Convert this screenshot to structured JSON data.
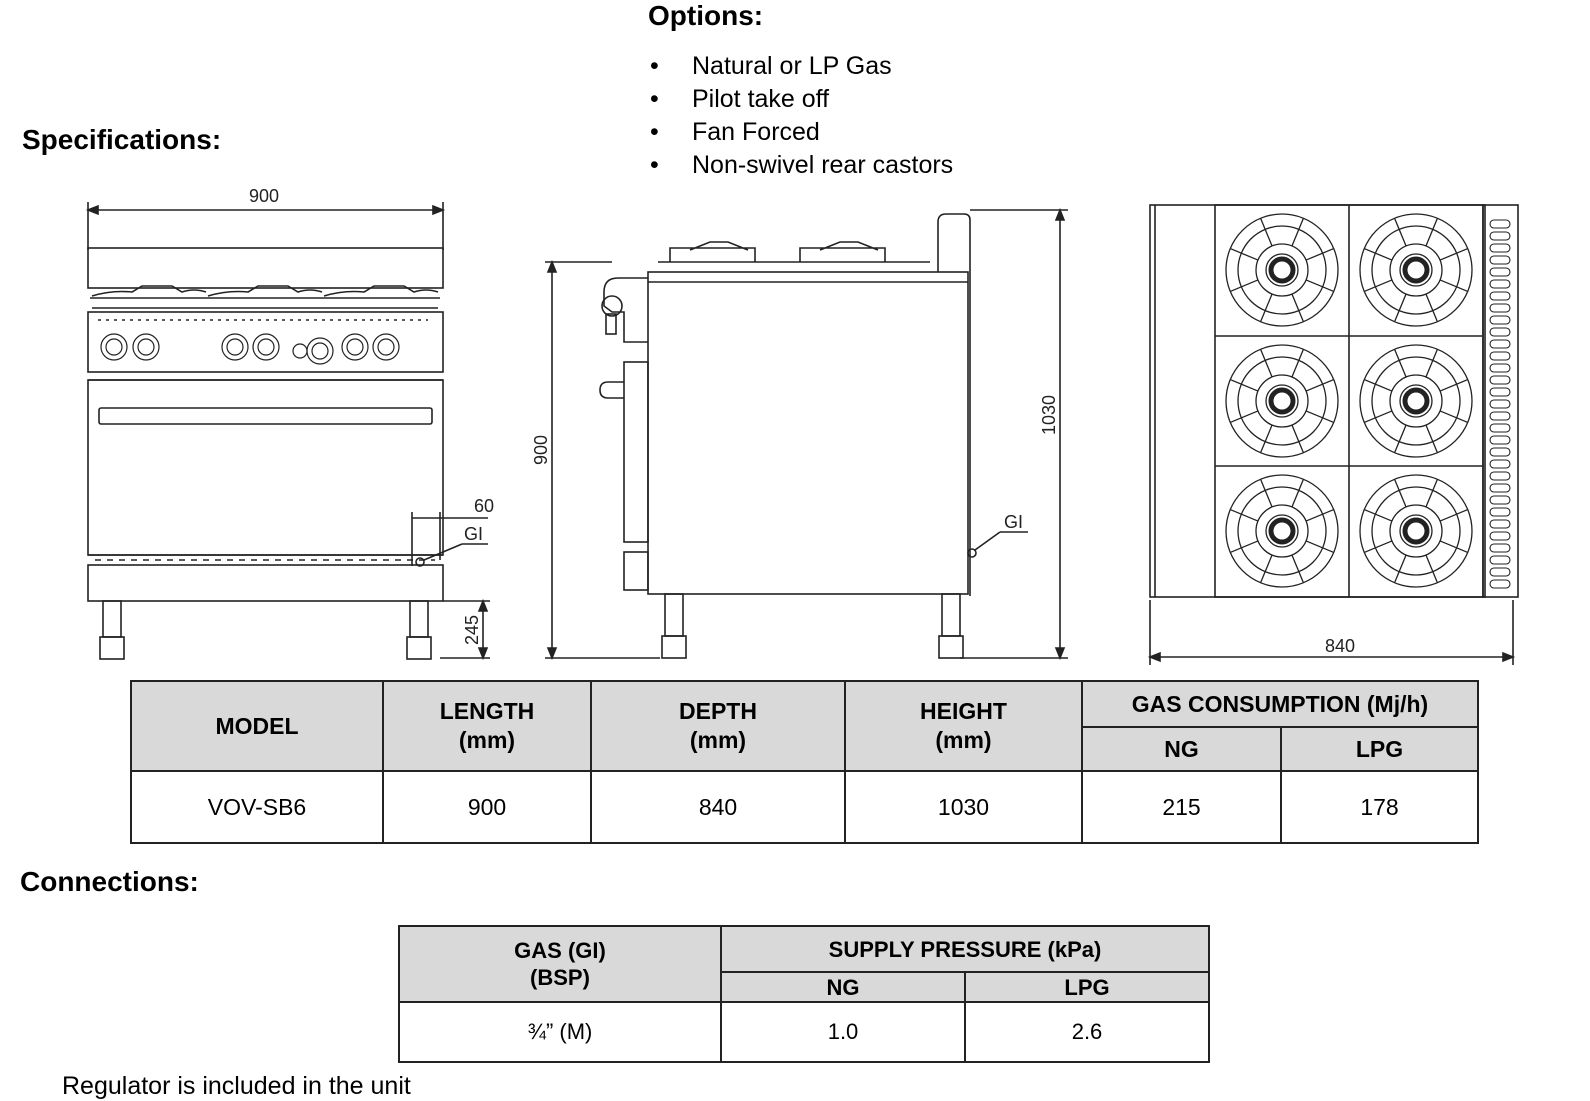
{
  "options": {
    "heading": "Options:",
    "items": [
      "Natural or LP Gas",
      "Pilot take off",
      "Fan Forced",
      "Non-swivel rear castors"
    ]
  },
  "specifications": {
    "heading": "Specifications:"
  },
  "drawings": {
    "front": {
      "width_label": "900",
      "leg_label": "245",
      "offset_label": "60",
      "gas_label": "GI"
    },
    "side": {
      "height_label": "900",
      "total_height_label": "1030",
      "gas_label": "GI"
    },
    "top": {
      "depth_label": "840",
      "burners": 6
    }
  },
  "spec_table": {
    "headers": {
      "model": "MODEL",
      "length": "LENGTH",
      "length_unit": "(mm)",
      "depth": "DEPTH",
      "depth_unit": "(mm)",
      "height": "HEIGHT",
      "height_unit": "(mm)",
      "gas": "GAS CONSUMPTION (Mj/h)",
      "ng": "NG",
      "lpg": "LPG"
    },
    "row": {
      "model": "VOV-SB6",
      "length": "900",
      "depth": "840",
      "height": "1030",
      "ng": "215",
      "lpg": "178"
    }
  },
  "connections": {
    "heading": "Connections:",
    "headers": {
      "gas": "GAS (GI)",
      "gas_unit": "(BSP)",
      "pressure": "SUPPLY PRESSURE (kPa)",
      "ng": "NG",
      "lpg": "LPG"
    },
    "row": {
      "gas": "¾” (M)",
      "ng": "1.0",
      "lpg": "2.6"
    }
  },
  "footer_text": "Regulator is included in the unit"
}
